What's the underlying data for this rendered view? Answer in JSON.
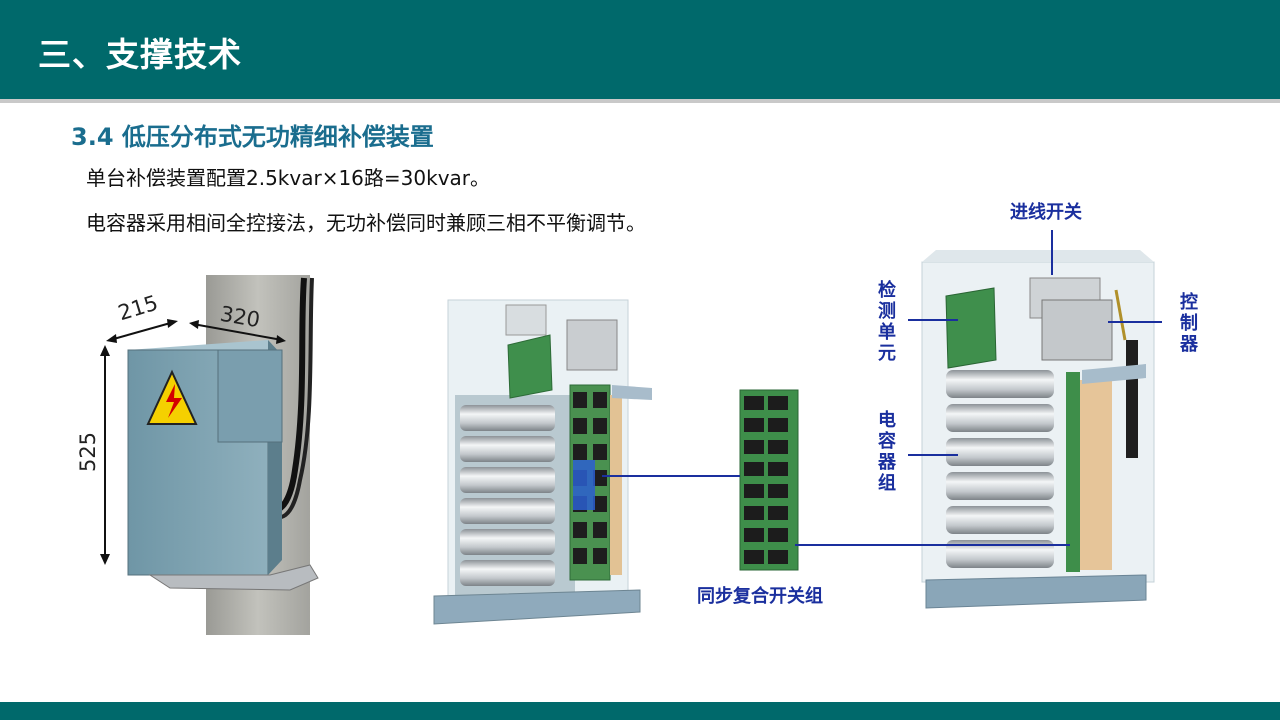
{
  "header": {
    "title": "三、支撑技术"
  },
  "section": {
    "heading": "3.4 低压分布式无功精细补偿装置",
    "lines": [
      "单台补偿装置配置2.5kvar×16路=30kvar。",
      "电容器采用相间全控接法，无功补偿同时兼顾三相不平衡调节。"
    ]
  },
  "dimensions": {
    "depth": "215",
    "width": "320",
    "height": "525"
  },
  "callouts": {
    "incoming_switch": "进线开关",
    "detection_unit": "检测单元",
    "controller": "控制器",
    "capacitor_bank": "电容器组",
    "sync_switch_group": "同步复合开关组"
  },
  "colors": {
    "header": "#00696b",
    "heading": "#1a6d8e",
    "callout": "#1a2f9e"
  }
}
